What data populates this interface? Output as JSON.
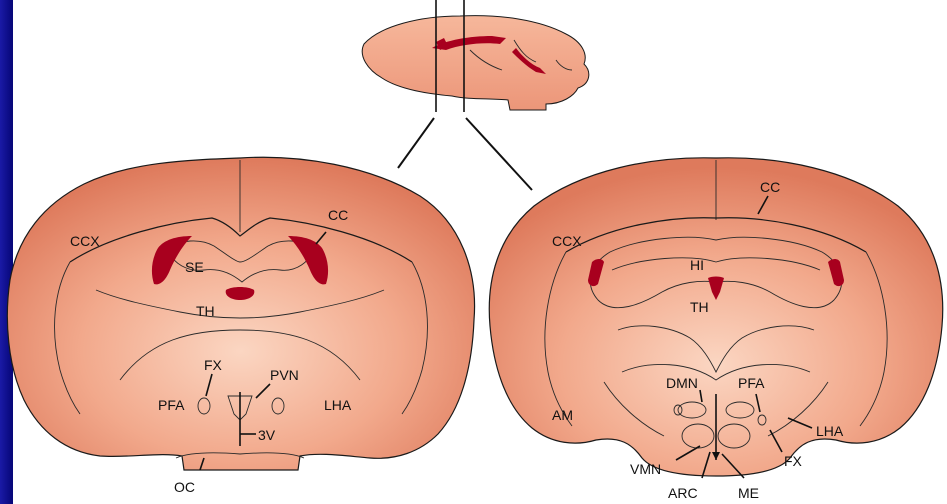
{
  "colors": {
    "background": "#0c0c8c",
    "panel": "#ffffff",
    "tissue_light": "#f7c4aa",
    "tissue_dark": "#e07a5f",
    "ventricle": "#a8001e",
    "line": "#1a1a1a"
  },
  "labels": {
    "left": {
      "ccx": "CCX",
      "cc": "CC",
      "se": "SE",
      "th": "TH",
      "fx": "FX",
      "pvn": "PVN",
      "pfa": "PFA",
      "lha": "LHA",
      "v3": "3V",
      "oc": "OC"
    },
    "right": {
      "cc": "CC",
      "ccx": "CCX",
      "hi": "HI",
      "th": "TH",
      "dmn": "DMN",
      "pfa": "PFA",
      "am": "AM",
      "lha": "LHA",
      "fx": "FX",
      "vmn": "VMN",
      "arc": "ARC",
      "me": "ME"
    }
  }
}
